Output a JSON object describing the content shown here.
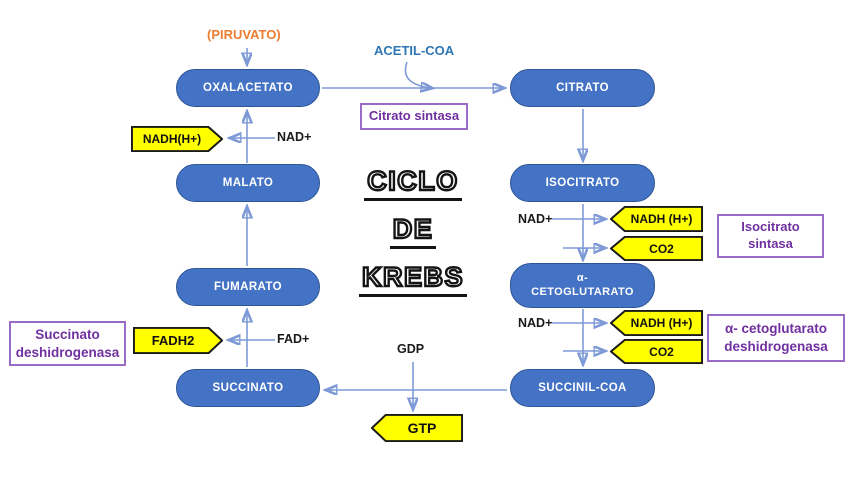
{
  "title": {
    "line1": "CICLO",
    "line2": "DE",
    "line3": "KREBS"
  },
  "external": {
    "piruvato": "(PIRUVATO)",
    "acetil_coa": "ACETIL-COA"
  },
  "nodes": {
    "oxalacetato": "OXALACETATO",
    "citrato": "CITRATO",
    "isocitrato": "ISOCITRATO",
    "cetoglutarato_line1": "α-",
    "cetoglutarato_line2": "CETOGLUTARATO",
    "succinil_coa": "SUCCINIL-COA",
    "succinato": "SUCCINATO",
    "fumarato": "FUMARATO",
    "malato": "MALATO"
  },
  "cofactors": {
    "nad_left": "NAD+",
    "nad_right_top": "NAD+",
    "nad_right_bottom": "NAD+",
    "fad": "FAD+",
    "gdp": "GDP"
  },
  "products": {
    "nadh_left": "NADH(H+)",
    "nadh_right_top": "NADH (H+)",
    "co2_top": "CO2",
    "nadh_right_bottom": "NADH (H+)",
    "co2_bottom": "CO2",
    "fadh2": "FADH2",
    "gtp": "GTP"
  },
  "enzymes": {
    "citrato_sintasa": "Citrato sintasa",
    "isocitrato_sintasa_line1": "Isocitrato",
    "isocitrato_sintasa_line2": "sintasa",
    "cetoglutarato_deshidrogenasa_line1": "α- cetoglutarato",
    "cetoglutarato_deshidrogenasa_line2": "deshidrogenasa",
    "succinato_deshidrogenasa_line1": "Succinato",
    "succinato_deshidrogenasa_line2": "deshidrogenasa"
  },
  "colors": {
    "node_fill": "#4472C4",
    "node_border": "#2F5597",
    "connector": "#7D99D6",
    "arrowhead": "#4472C4",
    "tag_fill": "#FFFF00",
    "tag_border": "#1A1A1A",
    "enzyme_border": "#9B6BC8",
    "enzyme_text": "#7030A0",
    "piruvato_text": "#ED7D31",
    "acetil_text": "#2E75B6"
  }
}
